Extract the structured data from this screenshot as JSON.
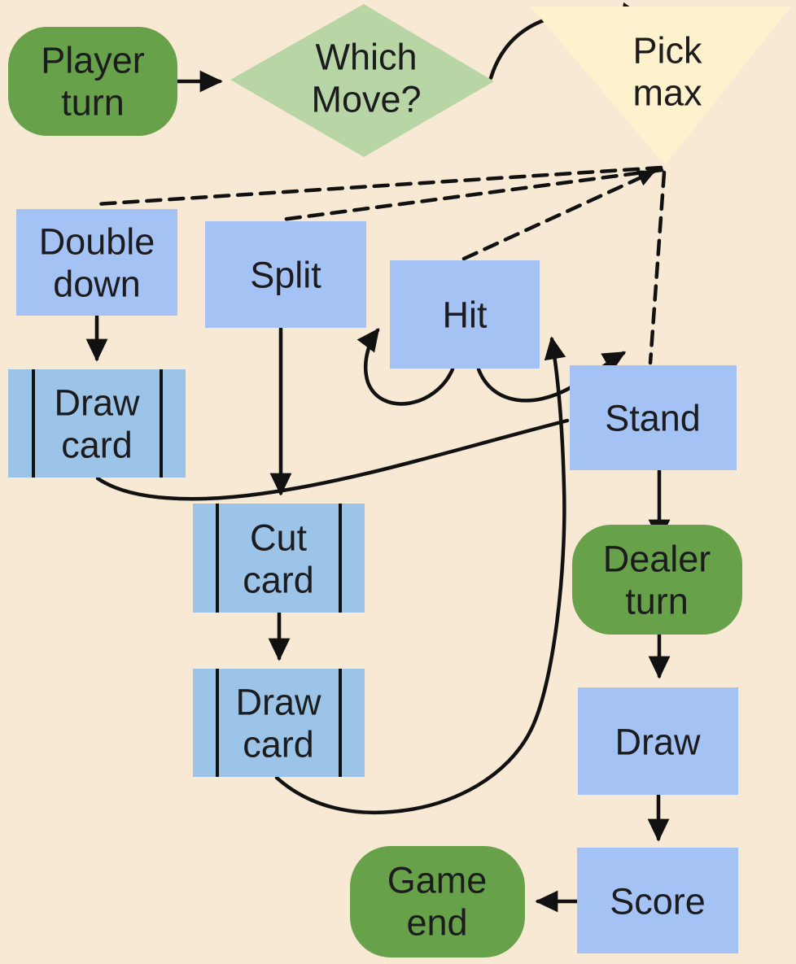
{
  "diagram": {
    "background": "#f8e9d4",
    "line_color": "#111111",
    "text_color": "#1c1c1e",
    "nodes": {
      "player_turn": {
        "label": "Player turn",
        "lines": [
          "Player",
          "turn"
        ],
        "shape": "terminator",
        "fill": "#67a24b"
      },
      "which_move": {
        "label": "Which Move?",
        "lines": [
          "Which",
          "Move?"
        ],
        "shape": "decision-diamond",
        "fill": "#b7d5a5"
      },
      "pick_max": {
        "label": "Pick max",
        "lines": [
          "Pick",
          "max"
        ],
        "shape": "triangle-down",
        "fill": "#fdf2cd"
      },
      "double_down": {
        "label": "Double down",
        "lines": [
          "Double",
          "down"
        ],
        "shape": "process",
        "fill": "#a4c2f4"
      },
      "split": {
        "label": "Split",
        "lines": [
          "Split"
        ],
        "shape": "process",
        "fill": "#a4c2f4"
      },
      "hit": {
        "label": "Hit",
        "lines": [
          "Hit"
        ],
        "shape": "process",
        "fill": "#a4c2f4"
      },
      "stand": {
        "label": "Stand",
        "lines": [
          "Stand"
        ],
        "shape": "process",
        "fill": "#a4c2f4"
      },
      "draw_card_after_double": {
        "label": "Draw card",
        "lines": [
          "Draw",
          "card"
        ],
        "shape": "predefined-process",
        "fill": "#9cc3e8"
      },
      "cut_card": {
        "label": "Cut card",
        "lines": [
          "Cut",
          "card"
        ],
        "shape": "predefined-process",
        "fill": "#9cc3e8"
      },
      "draw_card_after_split": {
        "label": "Draw card",
        "lines": [
          "Draw",
          "card"
        ],
        "shape": "predefined-process",
        "fill": "#9cc3e8"
      },
      "dealer_turn": {
        "label": "Dealer turn",
        "lines": [
          "Dealer",
          "turn"
        ],
        "shape": "terminator",
        "fill": "#67a24b"
      },
      "dealer_draw": {
        "label": "Draw",
        "lines": [
          "Draw"
        ],
        "shape": "process",
        "fill": "#a4c2f4"
      },
      "score": {
        "label": "Score",
        "lines": [
          "Score"
        ],
        "shape": "process",
        "fill": "#a4c2f4"
      },
      "game_end": {
        "label": "Game end",
        "lines": [
          "Game",
          "end"
        ],
        "shape": "terminator",
        "fill": "#67a24b"
      }
    },
    "edges": [
      {
        "from": "player_turn",
        "to": "which_move",
        "style": "solid-arrow"
      },
      {
        "from": "which_move",
        "to": "pick_max",
        "style": "solid-arrow-curved"
      },
      {
        "from": "pick_max",
        "to": "double_down",
        "style": "dashed-line"
      },
      {
        "from": "pick_max",
        "to": "split",
        "style": "dashed-line"
      },
      {
        "from": "hit",
        "to": "pick_max",
        "style": "dashed-arrow"
      },
      {
        "from": "pick_max",
        "to": "stand",
        "style": "dashed-line"
      },
      {
        "from": "double_down",
        "to": "draw_card_after_double",
        "style": "solid-arrow"
      },
      {
        "from": "split",
        "to": "cut_card",
        "style": "solid-arrow"
      },
      {
        "from": "draw_card_after_double",
        "to": "stand",
        "style": "solid-curved"
      },
      {
        "from": "cut_card",
        "to": "draw_card_after_split",
        "style": "solid-arrow"
      },
      {
        "from": "draw_card_after_split",
        "to": "hit",
        "style": "solid-arrow-curved"
      },
      {
        "from": "hit",
        "to": "hit",
        "style": "solid-arrow-self-loop"
      },
      {
        "from": "hit",
        "to": "stand",
        "style": "solid-arrow-curved"
      },
      {
        "from": "stand",
        "to": "dealer_turn",
        "style": "solid-arrow"
      },
      {
        "from": "dealer_turn",
        "to": "dealer_draw",
        "style": "solid-arrow"
      },
      {
        "from": "dealer_draw",
        "to": "score",
        "style": "solid-arrow"
      },
      {
        "from": "score",
        "to": "game_end",
        "style": "solid-arrow"
      }
    ]
  }
}
